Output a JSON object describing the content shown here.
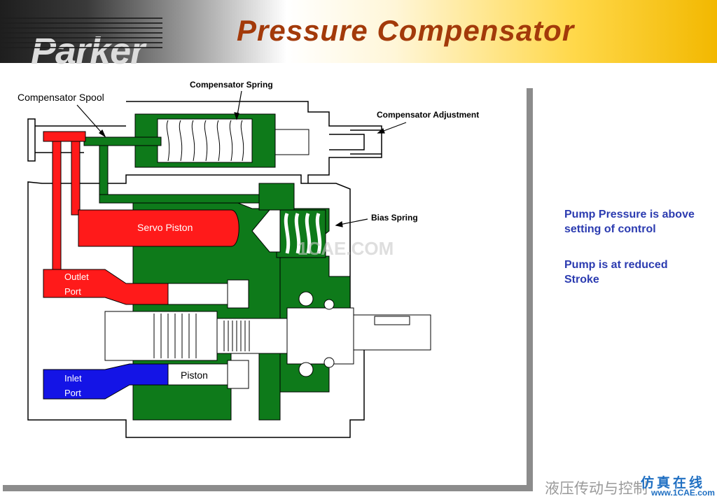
{
  "header": {
    "logo_text": "Parker",
    "title": "Pressure Compensator"
  },
  "diagram": {
    "labels": {
      "compensator_spool": "Compensator Spool",
      "compensator_spring": "Compensator Spring",
      "compensator_adjustment": "Compensator Adjustment",
      "bias_spring": "Bias Spring",
      "servo_piston": "Servo Piston",
      "outlet_port_1": "Outlet",
      "outlet_port_2": "Port",
      "inlet_port_1": "Inlet",
      "inlet_port_2": "Port",
      "piston": "Piston"
    },
    "colors": {
      "green": "#0e7a1a",
      "red": "#ff1a1a",
      "blue": "#1414e6",
      "outline": "#000000"
    }
  },
  "notes": [
    "Pump Pressure is above  setting of control",
    "Pump is at reduced Stroke"
  ],
  "watermarks": {
    "diagram_center": "1CAE.COM",
    "wechat": "液压传动与控制",
    "site_top": "仿真在线",
    "site": "www.1CAE.com"
  }
}
